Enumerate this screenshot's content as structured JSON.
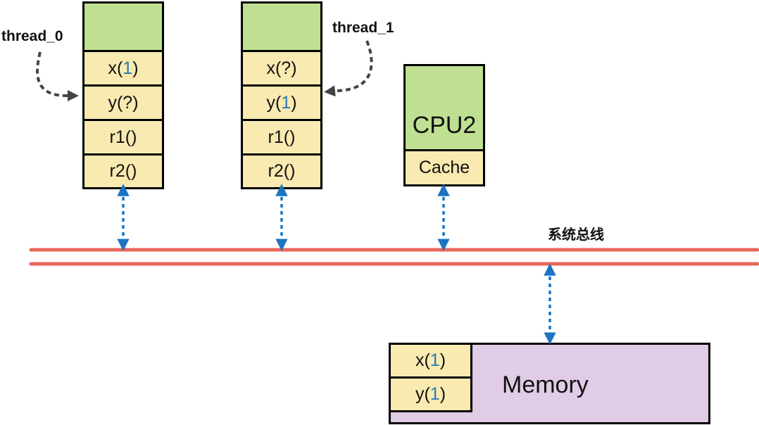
{
  "threads": [
    {
      "label": "thread_0",
      "cells": [
        {
          "name": "x",
          "open": "(",
          "value": "1",
          "close": ")",
          "highlight": true
        },
        {
          "name": "y",
          "open": "(",
          "value": "?",
          "close": ")",
          "highlight": false
        },
        {
          "name": "r1",
          "open": "(",
          "value": "",
          "close": ")",
          "highlight": false
        },
        {
          "name": "r2",
          "open": "(",
          "value": "",
          "close": ")",
          "highlight": false
        }
      ],
      "points_to": "y"
    },
    {
      "label": "thread_1",
      "cells": [
        {
          "name": "x",
          "open": "(",
          "value": "?",
          "close": ")",
          "highlight": false
        },
        {
          "name": "y",
          "open": "(",
          "value": "1",
          "close": ")",
          "highlight": true
        },
        {
          "name": "r1",
          "open": "(",
          "value": "",
          "close": ")",
          "highlight": false
        },
        {
          "name": "r2",
          "open": "(",
          "value": "",
          "close": ")",
          "highlight": false
        }
      ],
      "points_to": "y"
    }
  ],
  "cpu2": {
    "label": "CPU2",
    "cache_label": "Cache"
  },
  "bus": {
    "label": "系统总线"
  },
  "memory": {
    "label": "Memory",
    "cells": [
      {
        "name": "x",
        "open": "(",
        "value": "1",
        "close": ")",
        "highlight": true
      },
      {
        "name": "y",
        "open": "(",
        "value": "1",
        "close": ")",
        "highlight": true
      }
    ]
  },
  "colors": {
    "core_green": "#bfe092",
    "cell_yellow": "#f8eab0",
    "memory_purple": "#e0cce6",
    "bus_red": "#e8675a",
    "link_blue": "#1b73c2",
    "value_blue": "#2a7ab8",
    "pointer_gray": "#444444"
  }
}
